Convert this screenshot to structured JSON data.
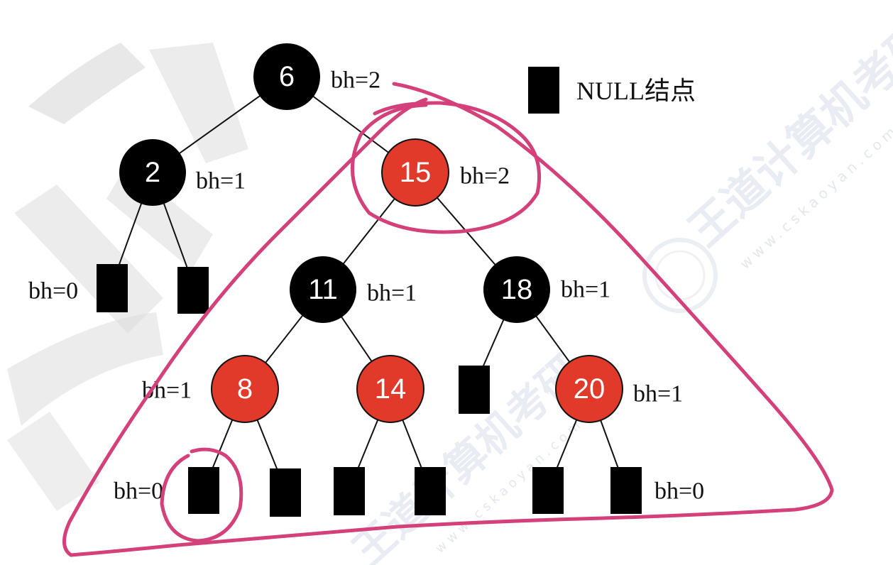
{
  "legend": {
    "label": "NULL结点"
  },
  "nodes": [
    {
      "id": "n6",
      "key": "6",
      "color": "black",
      "bh": "bh=2"
    },
    {
      "id": "n2",
      "key": "2",
      "color": "black",
      "bh": "bh=1"
    },
    {
      "id": "n15",
      "key": "15",
      "color": "red",
      "bh": "bh=2"
    },
    {
      "id": "n11",
      "key": "11",
      "color": "black",
      "bh": "bh=1"
    },
    {
      "id": "n18",
      "key": "18",
      "color": "black",
      "bh": "bh=1"
    },
    {
      "id": "n8",
      "key": "8",
      "color": "red",
      "bh": "bh=1"
    },
    {
      "id": "n14",
      "key": "14",
      "color": "red",
      "bh": ""
    },
    {
      "id": "n20",
      "key": "20",
      "color": "red",
      "bh": "bh=1"
    }
  ],
  "null_labels": {
    "n2_left": "bh=0",
    "n8_left": "bh=0",
    "n20_right": "bh=0"
  },
  "watermark": {
    "brand": "王道计算机考研",
    "url": "www.cskaoyan.com"
  },
  "colors": {
    "black_node": "#000000",
    "red_node": "#e23a2a",
    "highlight": "#d4407a",
    "edge": "#111111"
  }
}
